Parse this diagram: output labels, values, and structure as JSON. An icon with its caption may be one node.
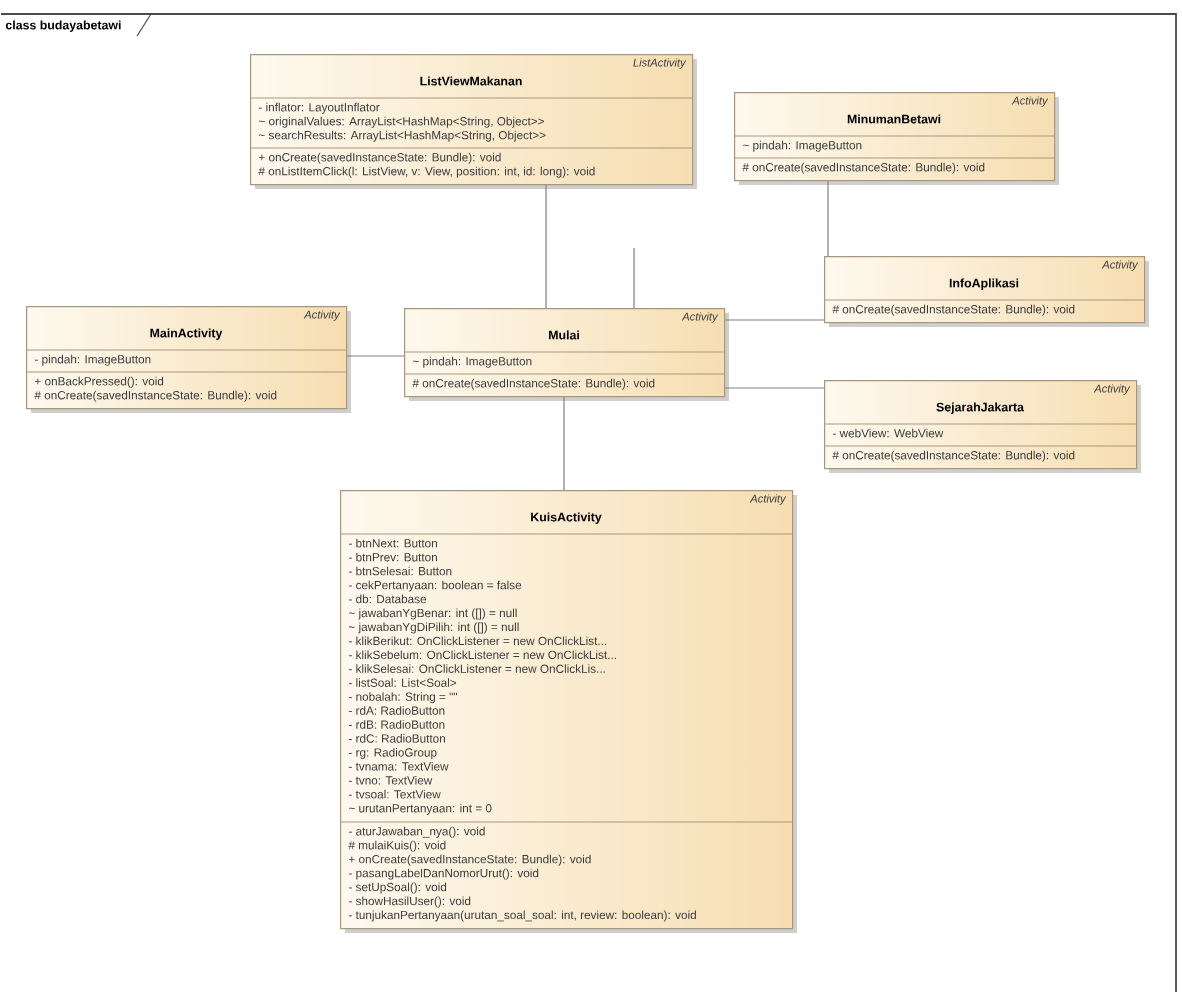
{
  "diagram": {
    "nodes": [
      {
        "text": [
          "class budayabetawi"
        ]
      },
      {
        "text": [
          "ListActivity",
          "ListViewMakanan"
        ],
        "in": 0
      },
      {
        "text": [
          "- inflator: LayoutInflator",
          "~ originalValues: ArrayList<HashMap<String, Object>>",
          "~ searchResults: ArrayList<HashMap<String, Object>>"
        ],
        "in": 1
      },
      {
        "text": [
          "+ onCreate(savedInstanceState: Bundle): void",
          "# onListItemClick(l: ListView, v: View, position: int, id: long): void"
        ],
        "in": 1
      },
      {
        "text": [
          "Activity",
          "MinumanBetawi"
        ],
        "in": 0
      },
      {
        "text": [
          "~ pindah: ImageButton"
        ],
        "in": 4
      },
      {
        "text": [
          "# onCreate(savedInstanceState: Bundle): void"
        ],
        "in": 4
      },
      {
        "text": [
          "Activity",
          "InfoAplikasi"
        ],
        "in": 0
      },
      {
        "text": [
          "# onCreate(savedInstanceState: Bundle): void"
        ],
        "in": 7
      },
      {
        "text": [
          "Activity",
          "MainActivity"
        ],
        "in": 0
      },
      {
        "text": [
          "- pindah: ImageButton"
        ],
        "in": 9
      },
      {
        "text": [
          "+ onBackPressed(): void",
          "# onCreate(savedInstanceState: Bundle): void"
        ],
        "in": 9
      },
      {
        "text": [
          "Activity",
          "Mulai"
        ],
        "in": 0
      },
      {
        "text": [
          "~ pindah: ImageButton"
        ],
        "in": 12
      },
      {
        "text": [
          "# onCreate(savedInstanceState: Bundle): void"
        ],
        "in": 12
      },
      {
        "text": [
          "Activity",
          "SejarahJakarta"
        ],
        "in": 0
      },
      {
        "text": [
          "- webView: WebView"
        ],
        "in": 15
      },
      {
        "text": [
          "# onCreate(savedInstanceState: Bundle): void"
        ],
        "in": 15
      },
      {
        "text": [
          "Activity",
          "KuisActivity"
        ],
        "in": 0
      },
      {
        "text": [
          "- btnNext: Button",
          "- btnPrev: Button",
          "- btnSelesai: Button",
          "- cekPertanyaan: boolean = false",
          "- db: Database",
          "~ jawabanYgBenar: int ([]) = null",
          "~ jawabanYgDiPilih: int ([]) = null",
          "- klikBerikut: OnClickListener = new OnClickList...",
          "- klikSebelum: OnClickListener = new OnClickList...",
          "- klikSelesai: OnClickListener = new OnClickLis...",
          "- listSoal: List<Soal>",
          "- nobalah: String = \"\"",
          "- rdA: RadioButton",
          "- rdB: RadioButton",
          "- rdC: RadioButton",
          "- rg: RadioGroup",
          "- tvnama: TextView",
          "- tvno: TextView",
          "- tvsoal: TextView",
          "~ urutanPertanyaan: int = 0"
        ],
        "in": 18
      },
      {
        "text": [
          "- aturJawaban_nya(): void",
          "# mulaiKuis(): void",
          "+ onCreate(savedInstanceState: Bundle): void",
          "- pasangLabelDanNomorUrut(): void",
          "- setUpSoal(): void",
          "- showHasilUser(): void",
          "- tunjukanPertanyaan(urutan_soal_soal: int, review: boolean): void"
        ],
        "in": 18
      }
    ],
    "edges": [
      {
        "from": 9,
        "to": 12,
        "arrow": "none"
      },
      {
        "from": 12,
        "to": 1,
        "arrow": "none"
      },
      {
        "from": 12,
        "to": null,
        "arrow": "none"
      },
      {
        "from": 4,
        "to": 7,
        "arrow": "none"
      },
      {
        "from": 12,
        "to": 7,
        "arrow": "none"
      },
      {
        "from": 12,
        "to": 15,
        "arrow": "none"
      },
      {
        "from": 12,
        "to": 18,
        "arrow": "none"
      }
    ]
  }
}
